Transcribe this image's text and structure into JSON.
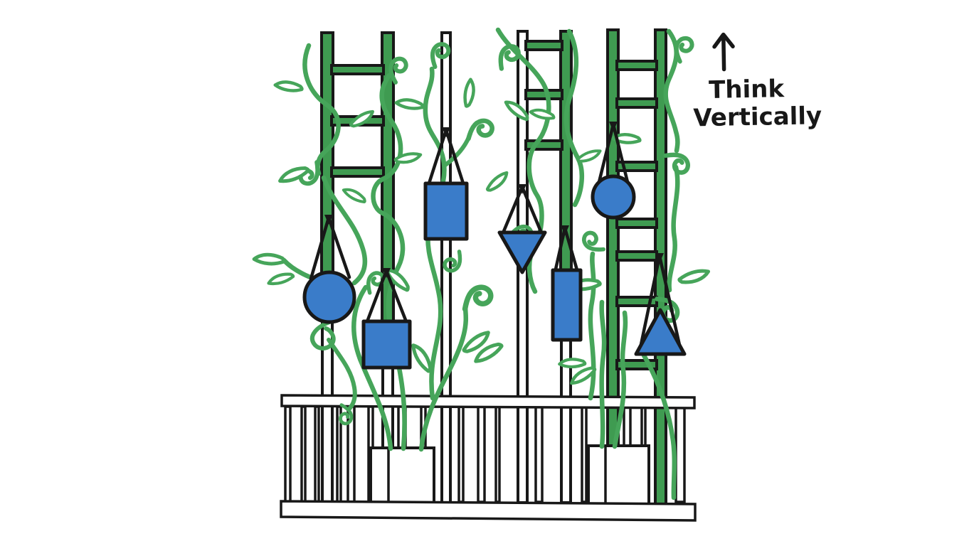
{
  "annotation": {
    "line1": "Think",
    "line2": "Vertically",
    "arrow_icon": "up-arrow"
  },
  "colors": {
    "background": "#ffffff",
    "ink": "#181818",
    "vine": "#46a55a",
    "ladder_green": "#3f9b51",
    "shape_blue": "#3a7cc9",
    "fill_white": "#ffffff"
  },
  "scene": {
    "ladders": [
      {
        "id": "ladder-left",
        "style": "green",
        "rungs": 3
      },
      {
        "id": "ladder-center",
        "style": "white-and-green",
        "rungs": 3
      },
      {
        "id": "ladder-right",
        "style": "green",
        "rungs": 7
      }
    ],
    "pole_count": 1,
    "hanging_planters": [
      {
        "shape": "circle",
        "on": "ladder-left"
      },
      {
        "shape": "square",
        "on": "ladder-left"
      },
      {
        "shape": "square",
        "on": "pole"
      },
      {
        "shape": "triangle-down",
        "on": "ladder-center"
      },
      {
        "shape": "rectangle",
        "on": "ladder-center"
      },
      {
        "shape": "circle",
        "on": "ladder-right"
      },
      {
        "shape": "triangle-up",
        "on": "ladder-right"
      }
    ],
    "floor_planters": 2,
    "railing": {
      "balusters": 16
    }
  }
}
